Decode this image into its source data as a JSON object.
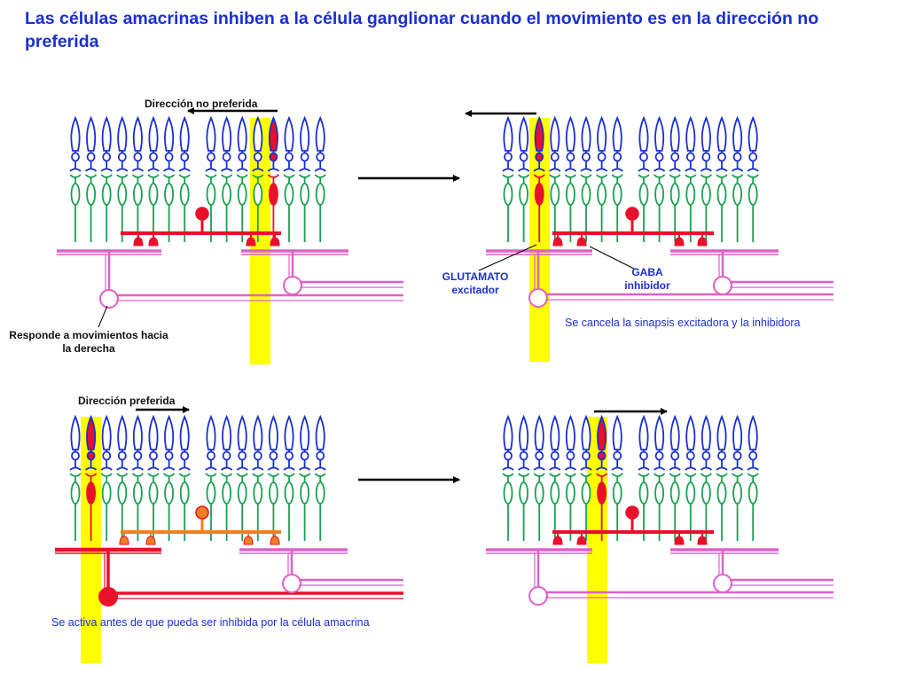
{
  "title": "Las células amacrinas inhiben a la célula ganglionar cuando el movimiento es en la dirección no preferida",
  "labels": {
    "dir_no_preferida": "Dirección no preferida",
    "dir_preferida": "Dirección preferida",
    "responde": "Responde a movimientos hacia la derecha",
    "glutamato": "GLUTAMATO",
    "excitador": "excitador",
    "gaba": "GABA",
    "inhibidor": "inhibidor",
    "cancela": "Se cancela la sinapsis excitadora y la inhibidora",
    "activa": "Se activa antes de que pueda ser inhibida por la célula amacrina"
  },
  "colors": {
    "title": "#1a2fd0",
    "photoreceptor": "#1a2fd0",
    "bipolar": "#1aa050",
    "amacrine_active": "#e8102a",
    "amacrine_inactive": "#f08020",
    "ganglion": "#e060c8",
    "light_bar": "#ffff00"
  }
}
